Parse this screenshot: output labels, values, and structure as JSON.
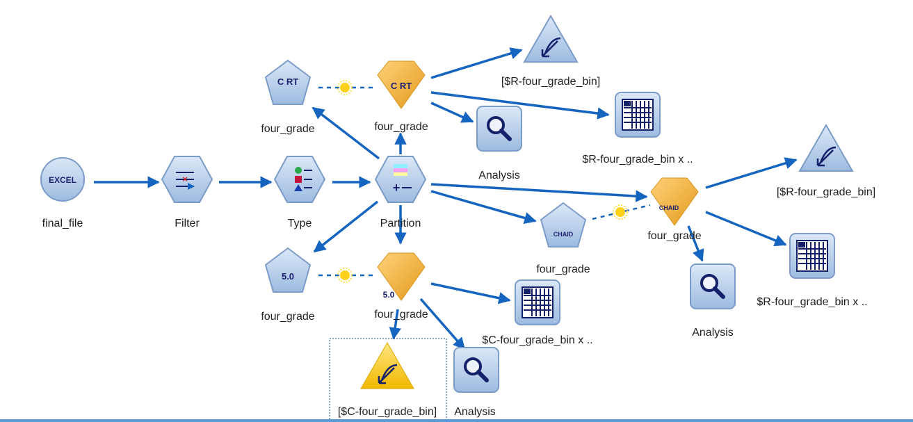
{
  "stream": {
    "accent_color": "#1565c0",
    "nodes": {
      "source": {
        "label": "final_file",
        "icon": "excel-icon",
        "icon_text": "EXCEL"
      },
      "filter": {
        "label": "Filter",
        "icon": "filter-icon"
      },
      "type": {
        "label": "Type",
        "icon": "type-icon"
      },
      "partition": {
        "label": "Partition",
        "icon": "partition-icon"
      },
      "crt_builder": {
        "label": "four_grade",
        "icon": "crt-model-icon",
        "icon_text": "C RT"
      },
      "crt_nugget": {
        "label": "four_grade",
        "icon": "crt-nugget-icon",
        "icon_text": "C RT"
      },
      "crt_eval": {
        "label": "[$R-four_grade_bin]",
        "icon": "evaluation-icon"
      },
      "crt_analysis": {
        "label": "Analysis",
        "icon": "analysis-icon"
      },
      "crt_matrix": {
        "label": "$R-four_grade_bin x ..",
        "icon": "matrix-icon"
      },
      "chaid_builder": {
        "label": "four_grade",
        "icon": "chaid-model-icon",
        "icon_text": "CHAID"
      },
      "chaid_nugget": {
        "label": "four_grade",
        "icon": "chaid-nugget-icon",
        "icon_text": "CHAID"
      },
      "chaid_eval": {
        "label": "[$R-four_grade_bin]",
        "icon": "evaluation-icon"
      },
      "chaid_matrix": {
        "label": "$R-four_grade_bin x ..",
        "icon": "matrix-icon"
      },
      "chaid_analysis": {
        "label": "Analysis",
        "icon": "analysis-icon"
      },
      "c5_builder": {
        "label": "four_grade",
        "icon": "c50-model-icon",
        "icon_text": "5.0"
      },
      "c5_nugget": {
        "label": "four_grade",
        "icon": "c50-nugget-icon",
        "icon_text": "5.0"
      },
      "c5_matrix": {
        "label": "$C-four_grade_bin x ..",
        "icon": "matrix-icon"
      },
      "c5_analysis": {
        "label": "Analysis",
        "icon": "analysis-icon"
      },
      "c5_eval": {
        "label": "[$C-four_grade_bin]",
        "icon": "evaluation-icon",
        "selected": true
      }
    }
  }
}
